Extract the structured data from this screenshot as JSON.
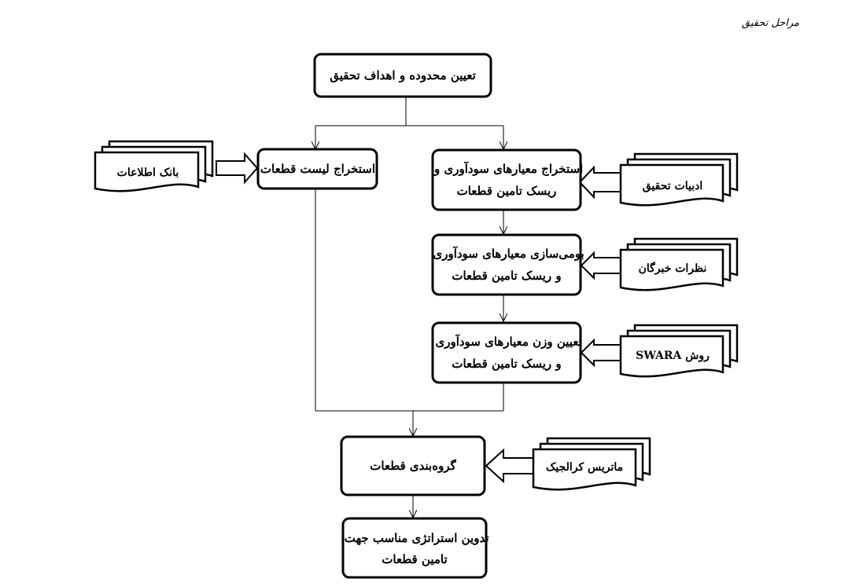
{
  "page_title": "مراحل تحقیق",
  "boxes": {
    "scope": {
      "lines": [
        "تعیین محدوده و اهداف تحقیق"
      ]
    },
    "list": {
      "lines": [
        "استخراج لیست قطعات"
      ]
    },
    "criteria": {
      "lines": [
        "استخراج معیارهای سودآوری و",
        "ریسک تامین قطعات"
      ]
    },
    "localize": {
      "lines": [
        "بومی‌سازی معیارهای سودآوری",
        "و ریسک تامین قطعات"
      ]
    },
    "weight": {
      "lines": [
        "تعیین وزن معیارهای سودآوری",
        "و ریسک تامین قطعات"
      ]
    },
    "group": {
      "lines": [
        "گروه‌بندی قطعات"
      ]
    },
    "strategy": {
      "lines": [
        "تدوین استراتژی مناسب جهت",
        "تامین قطعات"
      ]
    }
  },
  "documents": {
    "databank": "بانک اطلاعات",
    "literature": "ادبیات تحقیق",
    "experts": "نظرات خبرگان",
    "swara": "روش SWARA",
    "kraljic": "ماتریس کرالجیک"
  },
  "colors": {
    "stroke": "#000000",
    "fill": "#ffffff"
  }
}
